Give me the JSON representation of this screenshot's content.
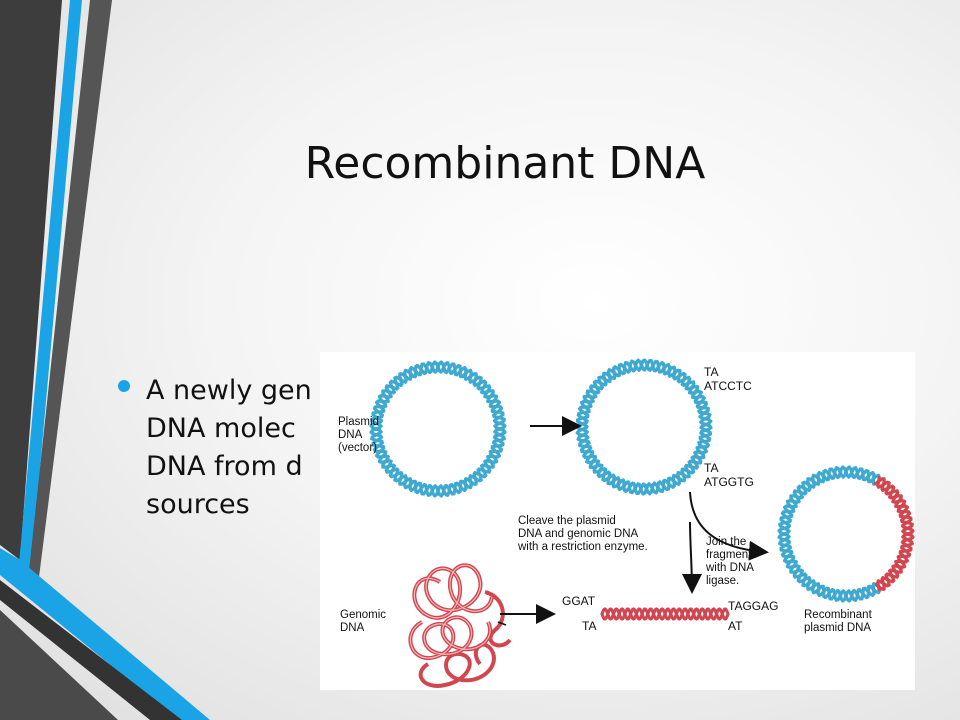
{
  "slide": {
    "title": "Recombinant DNA",
    "bullet": "A newly gen\nDNA molec\nDNA from d\nsources"
  },
  "diagram": {
    "labels": {
      "plasmid": "Plasmid\nDNA\n(vector)",
      "genomic": "Genomic\nDNA",
      "cleave": "Cleave the plasmid\nDNA and genomic DNA\nwith a restriction enzyme.",
      "join": "Join the\nfragments\nwith DNA\nligase.",
      "recombinant": "Recombinant\nplasmid DNA"
    },
    "sequences": {
      "top_upper_ta": "TA",
      "top_upper_seq": "ATCCTC",
      "top_lower_ta": "TA",
      "top_lower_seq": "ATGGTG",
      "frag_left_top": "GGAT",
      "frag_left_bottom": "TA",
      "frag_right_top": "TAGGAG",
      "frag_right_bottom": "AT"
    },
    "colors": {
      "plasmid_dna": "#3fa9d0",
      "genomic_dna": "#d2464f",
      "accent": "#1aa4e6"
    }
  }
}
